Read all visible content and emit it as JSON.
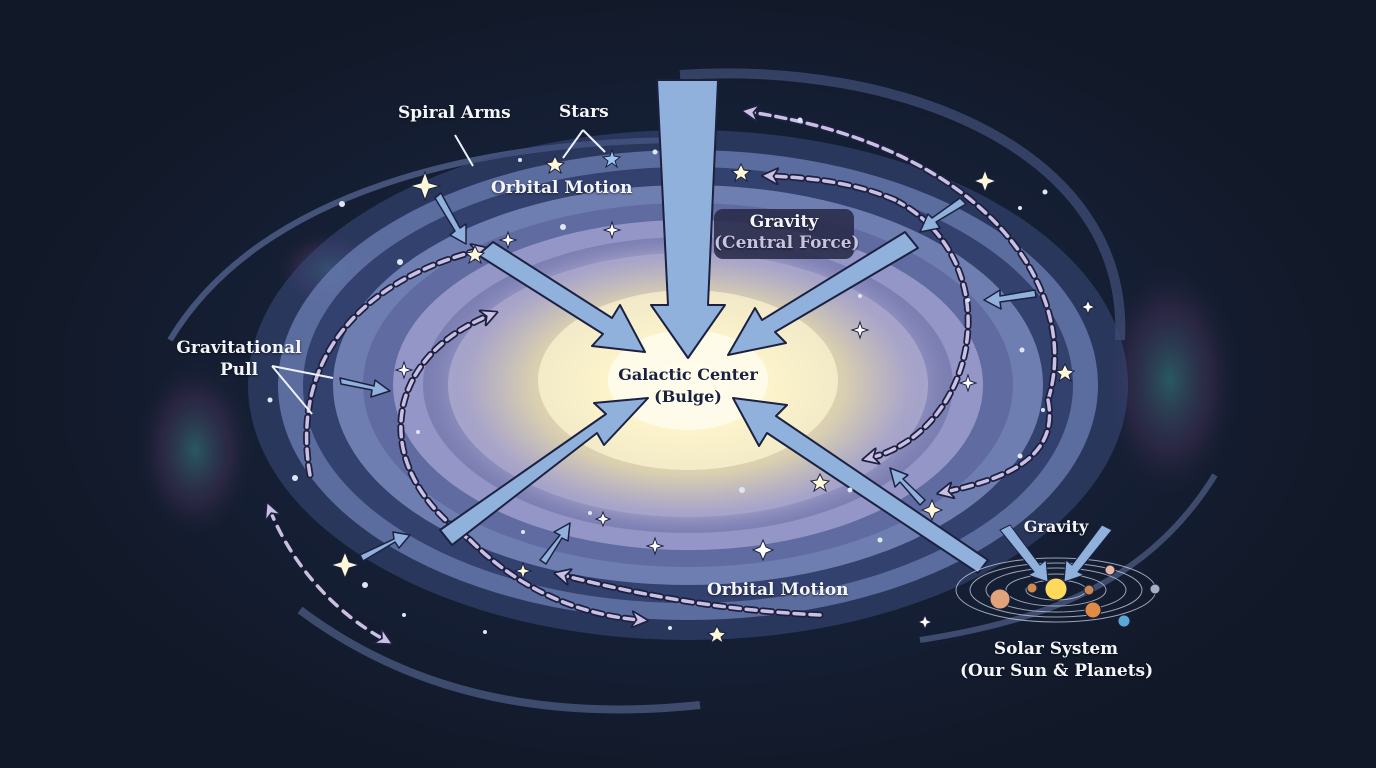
{
  "diagram": {
    "type": "galaxy-gravity-illustration",
    "labels": {
      "spiral_arms": "Spiral Arms",
      "stars": "Stars",
      "orbital_motion_top": "Orbital Motion",
      "gravity_central_title": "Gravity",
      "gravity_central_subtitle": "(Central Force)",
      "galactic_center_title": "Galactic Center",
      "galactic_center_subtitle": "(Bulge)",
      "gravitational_pull_line1": "Gravitational",
      "gravitational_pull_line2": "Pull",
      "orbital_motion_bottom": "Orbital Motion",
      "solar_gravity": "Gravity",
      "solar_system_title": "Solar System",
      "solar_system_subtitle": "(Our Sun & Planets)"
    },
    "colors": {
      "background": "#111827",
      "arm_blue": "#7f95c4",
      "arm_lavender": "#a7a3cf",
      "core_glow": "#fbf3c8",
      "gravity_arrow": "#8fb1dc",
      "orbit_arrow": "#cbbfe3",
      "star_gold": "#fff2b0",
      "label_box": "#2a2c48"
    }
  }
}
